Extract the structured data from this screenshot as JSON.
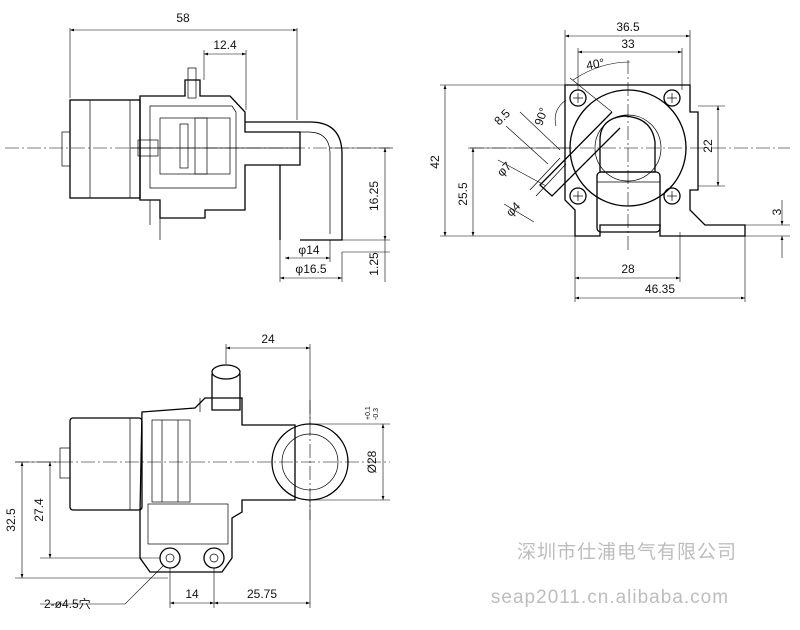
{
  "dims": {
    "top_left": {
      "overall_length": "58",
      "width_12_4": "12.4",
      "height_16_25": "16.25",
      "height_1_25": "1.25",
      "dia_14": "φ14",
      "dia_16_5": "φ16.5"
    },
    "top_right": {
      "width_36_5": "36.5",
      "width_33": "33",
      "angle_40": "40°",
      "angle_90": "90°",
      "dia_8_5": "8.5",
      "dia_7": "φ7",
      "dia_4": "φ4",
      "height_42": "42",
      "height_25_5": "25.5",
      "height_22": "22",
      "thickness_3": "3",
      "width_28": "28",
      "width_46_35": "46.35"
    },
    "bottom": {
      "width_24": "24",
      "dia_28": "Ø28",
      "dia_28_tol_upper": "+0.1",
      "dia_28_tol_lower": "-0.3",
      "height_32_5": "32.5",
      "height_27_4": "27.4",
      "hole_spacing_14": "14",
      "offset_25_75": "25.75",
      "holes_callout": "2-ø4.5穴"
    }
  },
  "watermark": {
    "company": "深圳市仕浦电气有限公司",
    "site": "seap2011.cn.alibaba.com"
  },
  "colors": {
    "line": "#000000",
    "watermark": "#bdbdbd",
    "background": "#ffffff"
  }
}
